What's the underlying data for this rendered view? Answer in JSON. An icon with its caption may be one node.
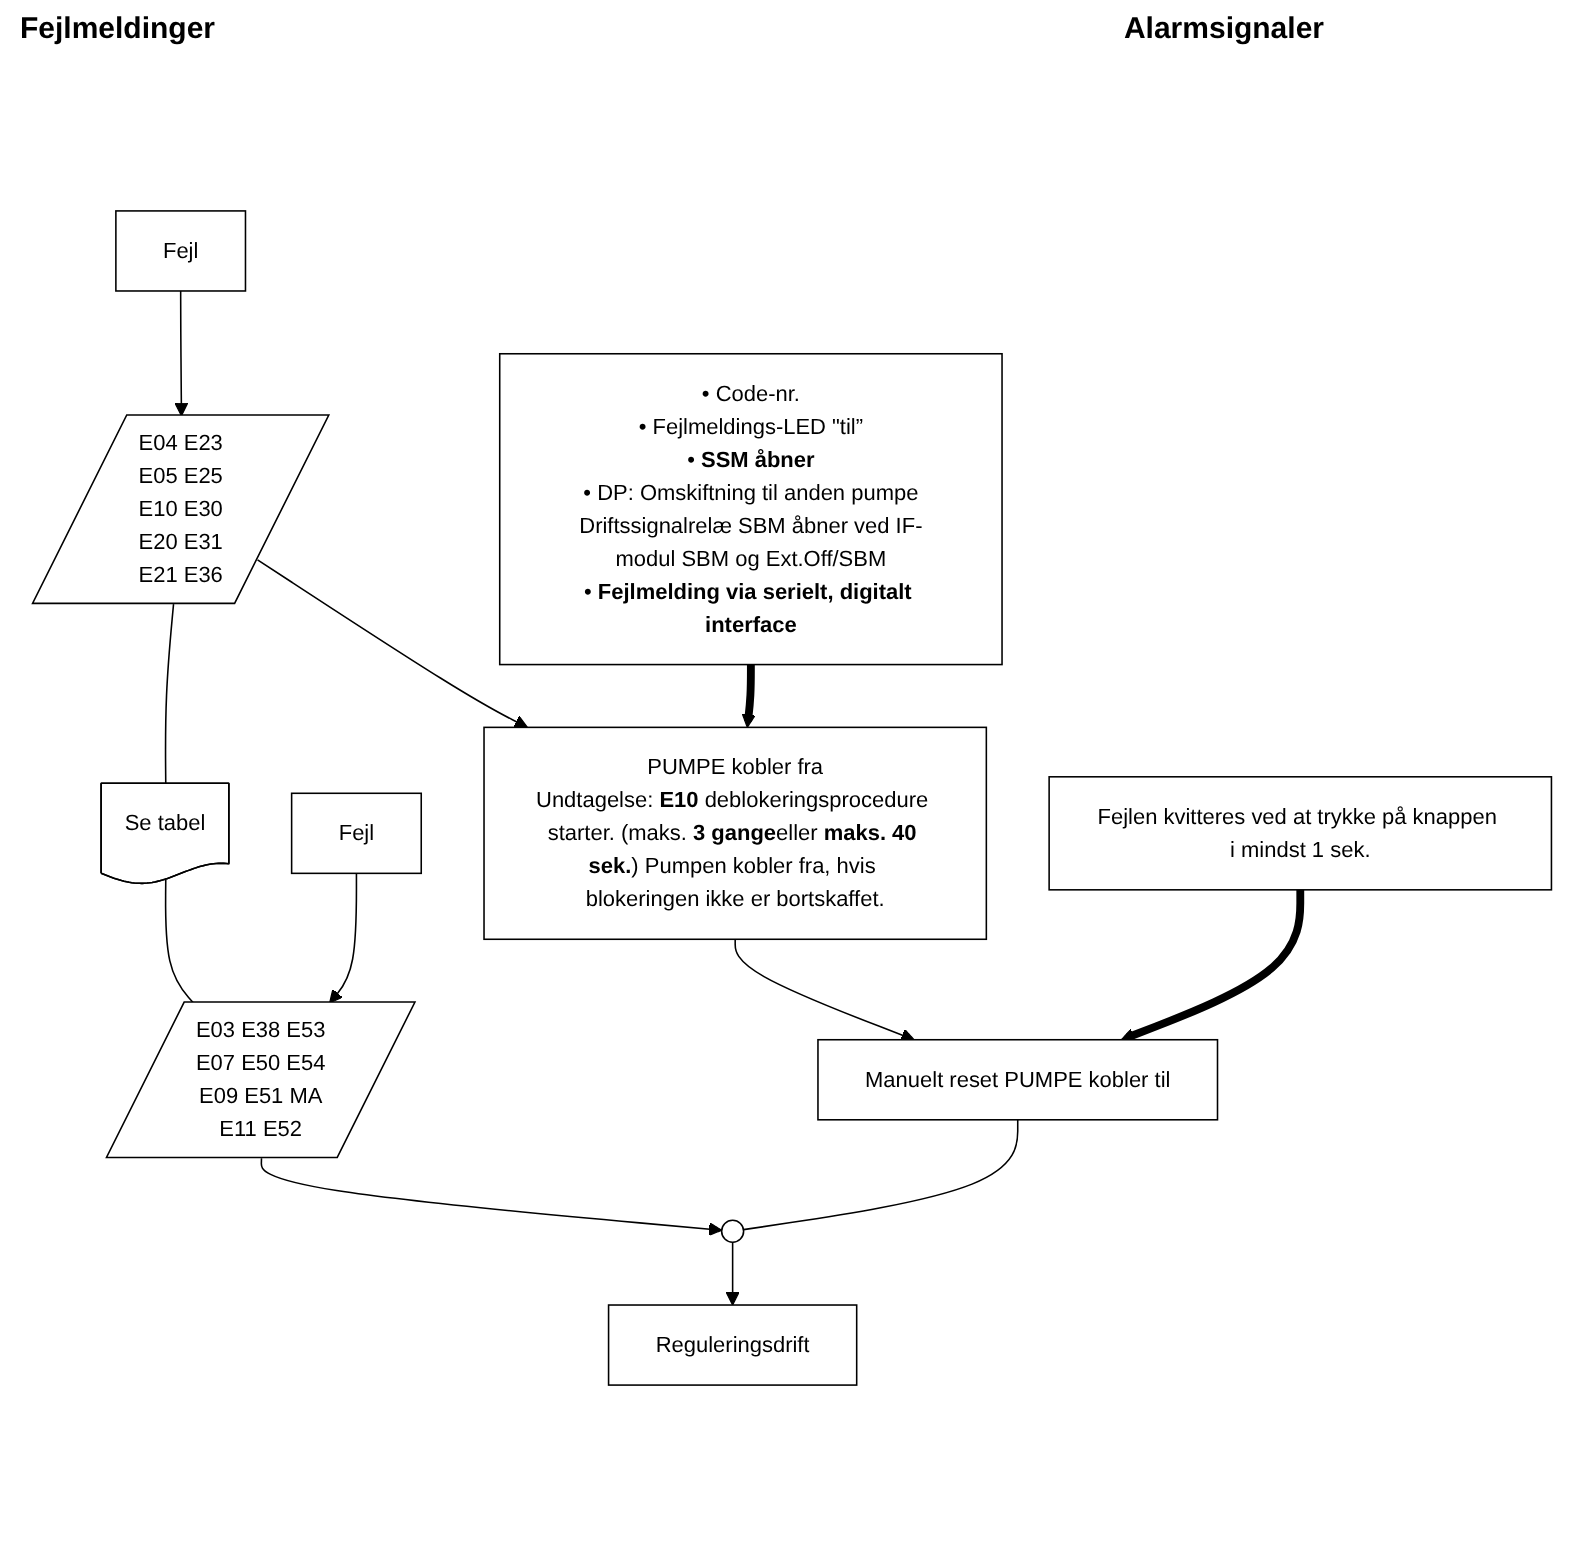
{
  "diagram": {
    "nodes": [
      {
        "text": [
          "Fejl"
        ]
      },
      {
        "text": [
          "E04 E23",
          "E05 E25",
          "E10 E30",
          "E20 E31",
          "E21 E36"
        ]
      },
      {
        "text": [
          "Se tabel"
        ]
      },
      {
        "text": [
          "Fejl"
        ]
      },
      {
        "text": [
          "E03 E38 E53",
          "E07 E50 E54",
          "E09 E51 MA",
          "E11 E52"
        ]
      },
      {
        "text": [
          "PUMPE kobler fra",
          "Undtagelse: **E10** deblokeringsprocedure starter. (maks. **3 gange**eller **maks. 40 sek.**) Pumpen kobler fra, hvis blokeringen ikke er bortskaffet."
        ]
      },
      {
        "text": [
          "• Code-nr.",
          "• Fejlmeldings-LED \"til”",
          "• **SSM åbner**",
          "• DP: Omskiftning til anden pumpe",
          "Driftssignalrelæ SBM åbner ved IF-modul SBM og Ext.Off/SBM",
          "• **Fejlmelding via serielt, digitalt interface**"
        ]
      },
      {
        "text": [
          "Manuelt reset PUMPE kobler til"
        ]
      },
      {
        "text": [
          "Fejlen kvitteres ved at trykke på knappen i mindst 1 sek."
        ]
      },
      {
        "text": [],
        "shape": "circle"
      },
      {
        "text": [
          "Reguleringsdrift"
        ]
      }
    ],
    "edges": [
      {
        "from": 0,
        "to": 1,
        "arrow": "to"
      },
      {
        "from": 1,
        "to": 2,
        "arrow": "none"
      },
      {
        "from": 2,
        "to": 4,
        "arrow": "none"
      },
      {
        "from": 3,
        "to": 4,
        "arrow": "to"
      },
      {
        "from": 1,
        "to": 5,
        "arrow": "to"
      },
      {
        "from": 6,
        "to": 5,
        "arrow": "to",
        "style": "thick"
      },
      {
        "from": 5,
        "to": 7,
        "arrow": "to"
      },
      {
        "from": 8,
        "to": 7,
        "arrow": "to",
        "style": "thick"
      },
      {
        "from": 7,
        "to": 9,
        "arrow": "none"
      },
      {
        "from": 4,
        "to": 9,
        "arrow": "to"
      },
      {
        "from": 9,
        "to": 10,
        "arrow": "to"
      }
    ],
    "labels": [
      "Fejlmeldinger",
      "Alarmsignaler"
    ]
  }
}
